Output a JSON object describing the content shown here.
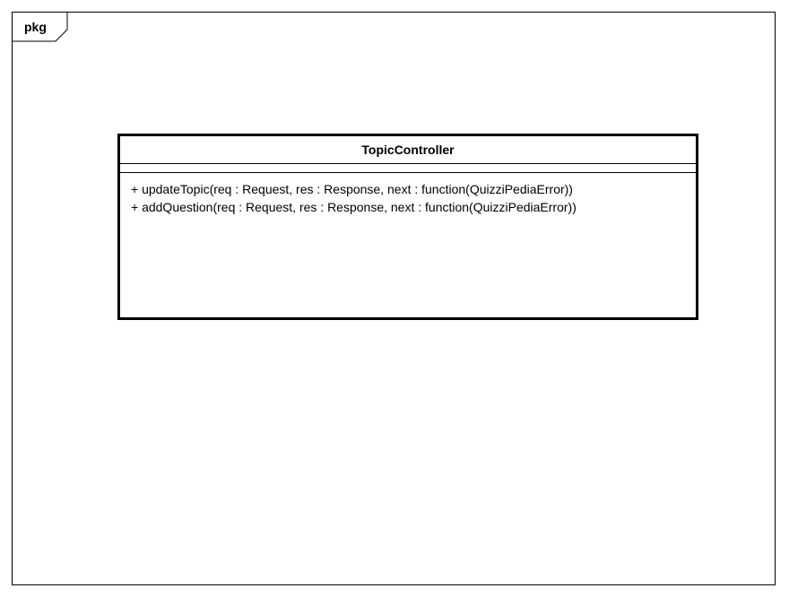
{
  "package": {
    "tab_label": "pkg"
  },
  "class": {
    "name": "TopicController",
    "operations": [
      "+ updateTopic(req : Request, res : Response, next : function(QuizziPediaError))",
      "+ addQuestion(req : Request, res : Response, next : function(QuizziPediaError))"
    ]
  }
}
